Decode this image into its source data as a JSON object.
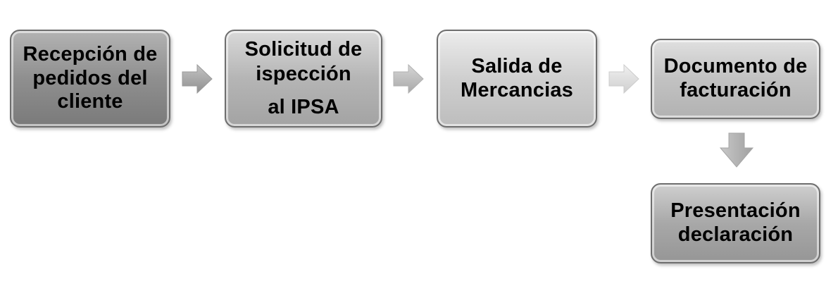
{
  "diagram": {
    "steps": [
      {
        "id": "step-1",
        "lines": [
          "Recepción de",
          "pedidos del",
          "cliente"
        ]
      },
      {
        "id": "step-2",
        "lines": [
          "Solicitud de",
          "ispección",
          "al IPSA"
        ]
      },
      {
        "id": "step-3",
        "lines": [
          "Salida de",
          "Mercancias"
        ]
      },
      {
        "id": "step-4",
        "lines": [
          "Documento de",
          "facturación"
        ]
      },
      {
        "id": "step-5",
        "lines": [
          "Presentación",
          "declaración"
        ]
      }
    ],
    "colors": {
      "box_border": "#6e6e6e",
      "arrow_fill_dark": "#a6a6a6",
      "arrow_fill_light": "#e3e3e3"
    }
  }
}
